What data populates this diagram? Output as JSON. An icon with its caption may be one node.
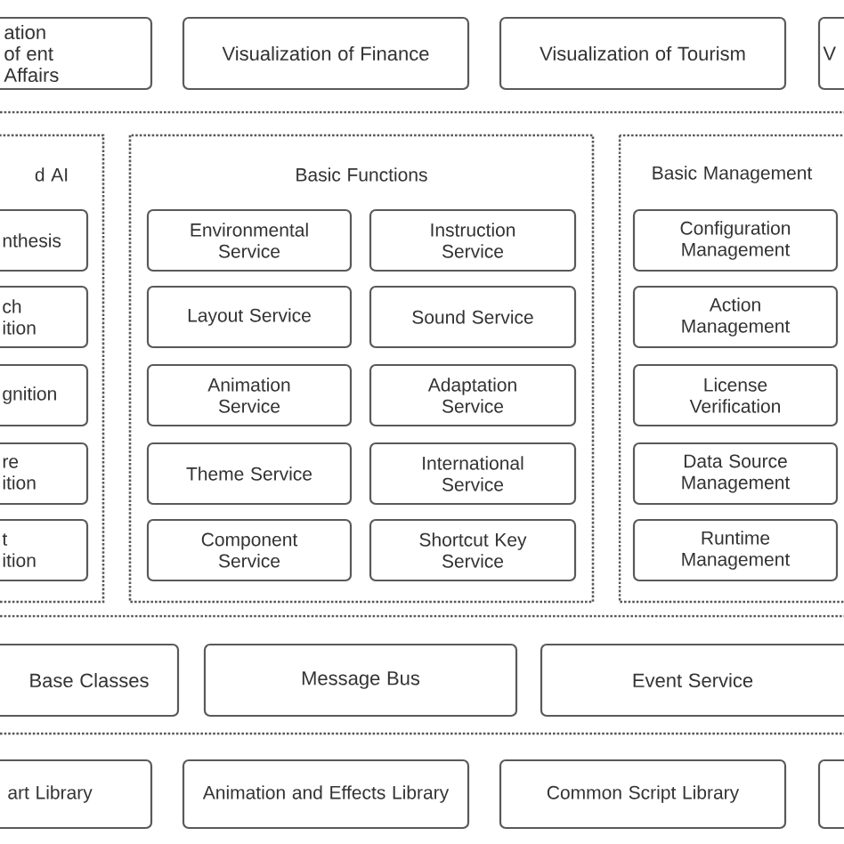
{
  "diagram": {
    "nodes": [
      {
        "text": [
          "ation of ent Affairs"
        ]
      },
      {
        "text": [
          "Visualization of Finance"
        ]
      },
      {
        "text": [
          "Visualization of Tourism"
        ]
      },
      {
        "text": [
          "V"
        ]
      },
      {
        "text": [
          "d AI"
        ]
      },
      {
        "text": [
          "nthesis"
        ],
        "in": 4
      },
      {
        "text": [
          "ch ition"
        ],
        "in": 4
      },
      {
        "text": [
          "gnition"
        ],
        "in": 4
      },
      {
        "text": [
          "re ition"
        ],
        "in": 4
      },
      {
        "text": [
          "t ition"
        ],
        "in": 4
      },
      {
        "text": [
          "Basic Functions"
        ]
      },
      {
        "text": [
          "Environmental Service"
        ],
        "in": 10
      },
      {
        "text": [
          "Instruction Service"
        ],
        "in": 10
      },
      {
        "text": [
          "Layout Service"
        ],
        "in": 10
      },
      {
        "text": [
          "Sound Service"
        ],
        "in": 10
      },
      {
        "text": [
          "Animation Service"
        ],
        "in": 10
      },
      {
        "text": [
          "Adaptation Service"
        ],
        "in": 10
      },
      {
        "text": [
          "Theme Service"
        ],
        "in": 10
      },
      {
        "text": [
          "International Service"
        ],
        "in": 10
      },
      {
        "text": [
          "Component Service"
        ],
        "in": 10
      },
      {
        "text": [
          "Shortcut Key Service"
        ],
        "in": 10
      },
      {
        "text": [
          "Basic Management"
        ]
      },
      {
        "text": [
          "Configuration Management"
        ],
        "in": 21
      },
      {
        "text": [
          "Action Management"
        ],
        "in": 21
      },
      {
        "text": [
          "License Verification"
        ],
        "in": 21
      },
      {
        "text": [
          "Data Source Management"
        ],
        "in": 21
      },
      {
        "text": [
          "Runtime Management"
        ],
        "in": 21
      },
      {
        "text": [
          "Base Classes"
        ]
      },
      {
        "text": [
          "Message Bus"
        ]
      },
      {
        "text": [
          "Event Service"
        ]
      },
      {
        "text": [
          "art Library"
        ]
      },
      {
        "text": [
          "Animation and Effects Library"
        ]
      },
      {
        "text": [
          "Common Script Library"
        ]
      },
      {
        "text": [],
        "shape": "box"
      }
    ]
  }
}
